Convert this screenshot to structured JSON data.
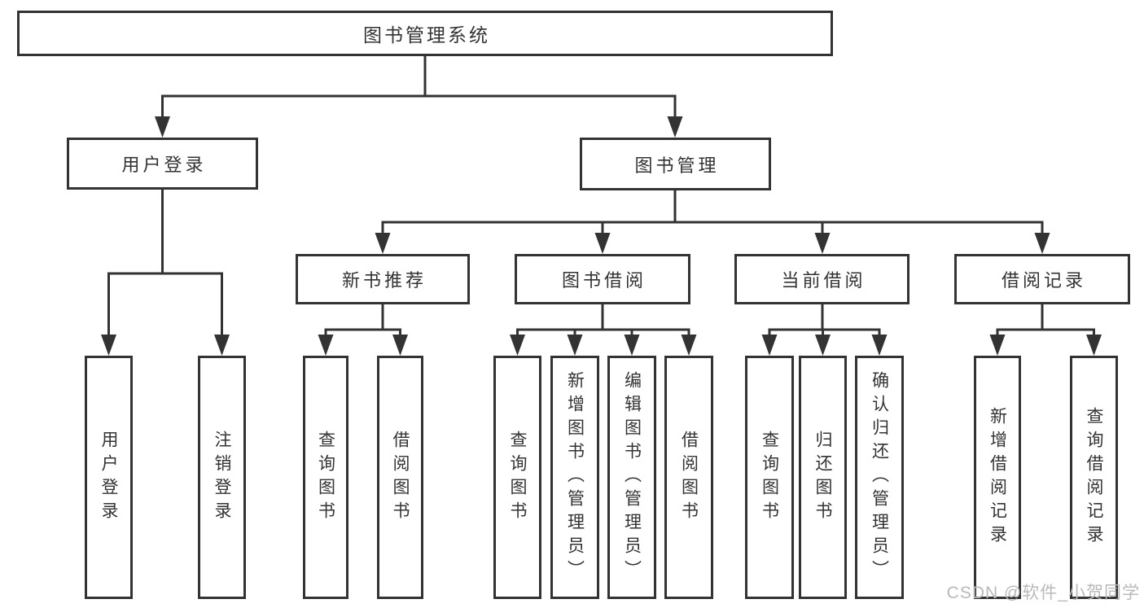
{
  "diagram": {
    "root": {
      "label": "图书管理系统",
      "children": [
        {
          "label": "用户登录",
          "children": [
            {
              "label": "用户登录"
            },
            {
              "label": "注销登录"
            }
          ]
        },
        {
          "label": "图书管理",
          "children": [
            {
              "label": "新书推荐",
              "children": [
                {
                  "label": "查询图书"
                },
                {
                  "label": "借阅图书"
                }
              ]
            },
            {
              "label": "图书借阅",
              "children": [
                {
                  "label": "查询图书"
                },
                {
                  "label": "新增图书（管理员）"
                },
                {
                  "label": "编辑图书（管理员）"
                },
                {
                  "label": "借阅图书"
                }
              ]
            },
            {
              "label": "当前借阅",
              "children": [
                {
                  "label": "查询图书"
                },
                {
                  "label": "归还图书"
                },
                {
                  "label": "确认归还（管理员）"
                }
              ]
            },
            {
              "label": "借阅记录",
              "children": [
                {
                  "label": "新增借阅记录"
                },
                {
                  "label": "查询借阅记录"
                }
              ]
            }
          ]
        }
      ]
    }
  },
  "watermark": {
    "text": "CSDN @软件_小贺同学"
  },
  "colors": {
    "line": "#333333",
    "text": "#333333",
    "box_background": "#ffffff",
    "page_background": "#ffffff",
    "watermark": "#b9b9b9"
  }
}
